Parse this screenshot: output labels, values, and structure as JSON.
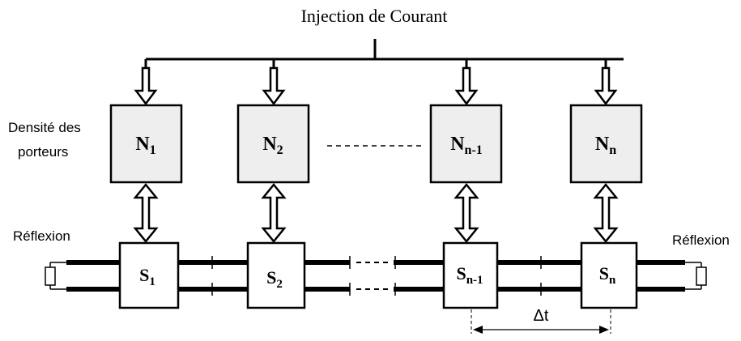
{
  "title": "Injection de Courant",
  "carrier_density_label": [
    "Densité des",
    "porteurs"
  ],
  "reflection_left": "Réflexion",
  "reflection_right": "Réflexion",
  "delta_t": "Δt",
  "carrier_nodes": [
    {
      "main": "N",
      "sub": "1"
    },
    {
      "main": "N",
      "sub": "2"
    },
    {
      "main": "N",
      "sub": "n-1"
    },
    {
      "main": "N",
      "sub": "n"
    }
  ],
  "sections": [
    {
      "main": "S",
      "sub": "1"
    },
    {
      "main": "S",
      "sub": "2"
    },
    {
      "main": "S",
      "sub": "n-1"
    },
    {
      "main": "S",
      "sub": "n"
    }
  ],
  "colors": {
    "node_fill": "#eeeeee",
    "line": "#000000"
  }
}
